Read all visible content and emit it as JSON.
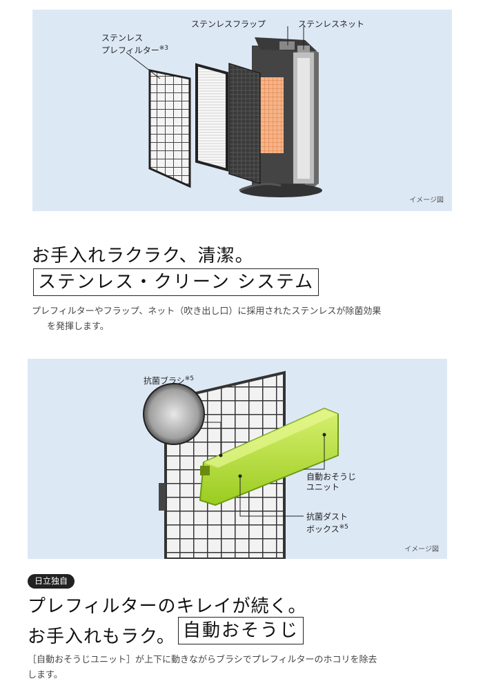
{
  "section1": {
    "labels": {
      "prefilter_line1": "ステンレス",
      "prefilter_line2": "プレフィルター",
      "prefilter_note": "※3",
      "flap": "ステンレスフラップ",
      "net": "ステンレスネット"
    },
    "caption": "イメージ図",
    "heading": "お手入れラクラク、清潔。",
    "boxed_heading": "ステンレス・クリーン システム",
    "body_line1": "プレフィルターやフラップ、ネット（吹き出し口）に採用されたステンレスが除菌効果",
    "body_line2": "を発揮します。"
  },
  "section2": {
    "labels": {
      "brush": "抗菌ブラシ",
      "brush_note": "※5",
      "unit_line1": "自動おそうじ",
      "unit_line2": "ユニット",
      "dust_line1": "抗菌ダスト",
      "dust_line2": "ボックス",
      "dust_note": "※5"
    },
    "caption": "イメージ図",
    "badge": "日立独自",
    "heading_line1": "プレフィルターのキレイが続く。",
    "heading_line2": "お手入れもラク。",
    "boxed_heading": "自動おそうじ",
    "body_line1": "［自動おそうじユニット］が上下に動きながらブラシでプレフィルターのホコリを除去",
    "body_line2": "します。"
  },
  "colors": {
    "panel_bg": "#dde8f5",
    "accent_green": "#b8e04a",
    "filter_orange": "#f0a070"
  }
}
